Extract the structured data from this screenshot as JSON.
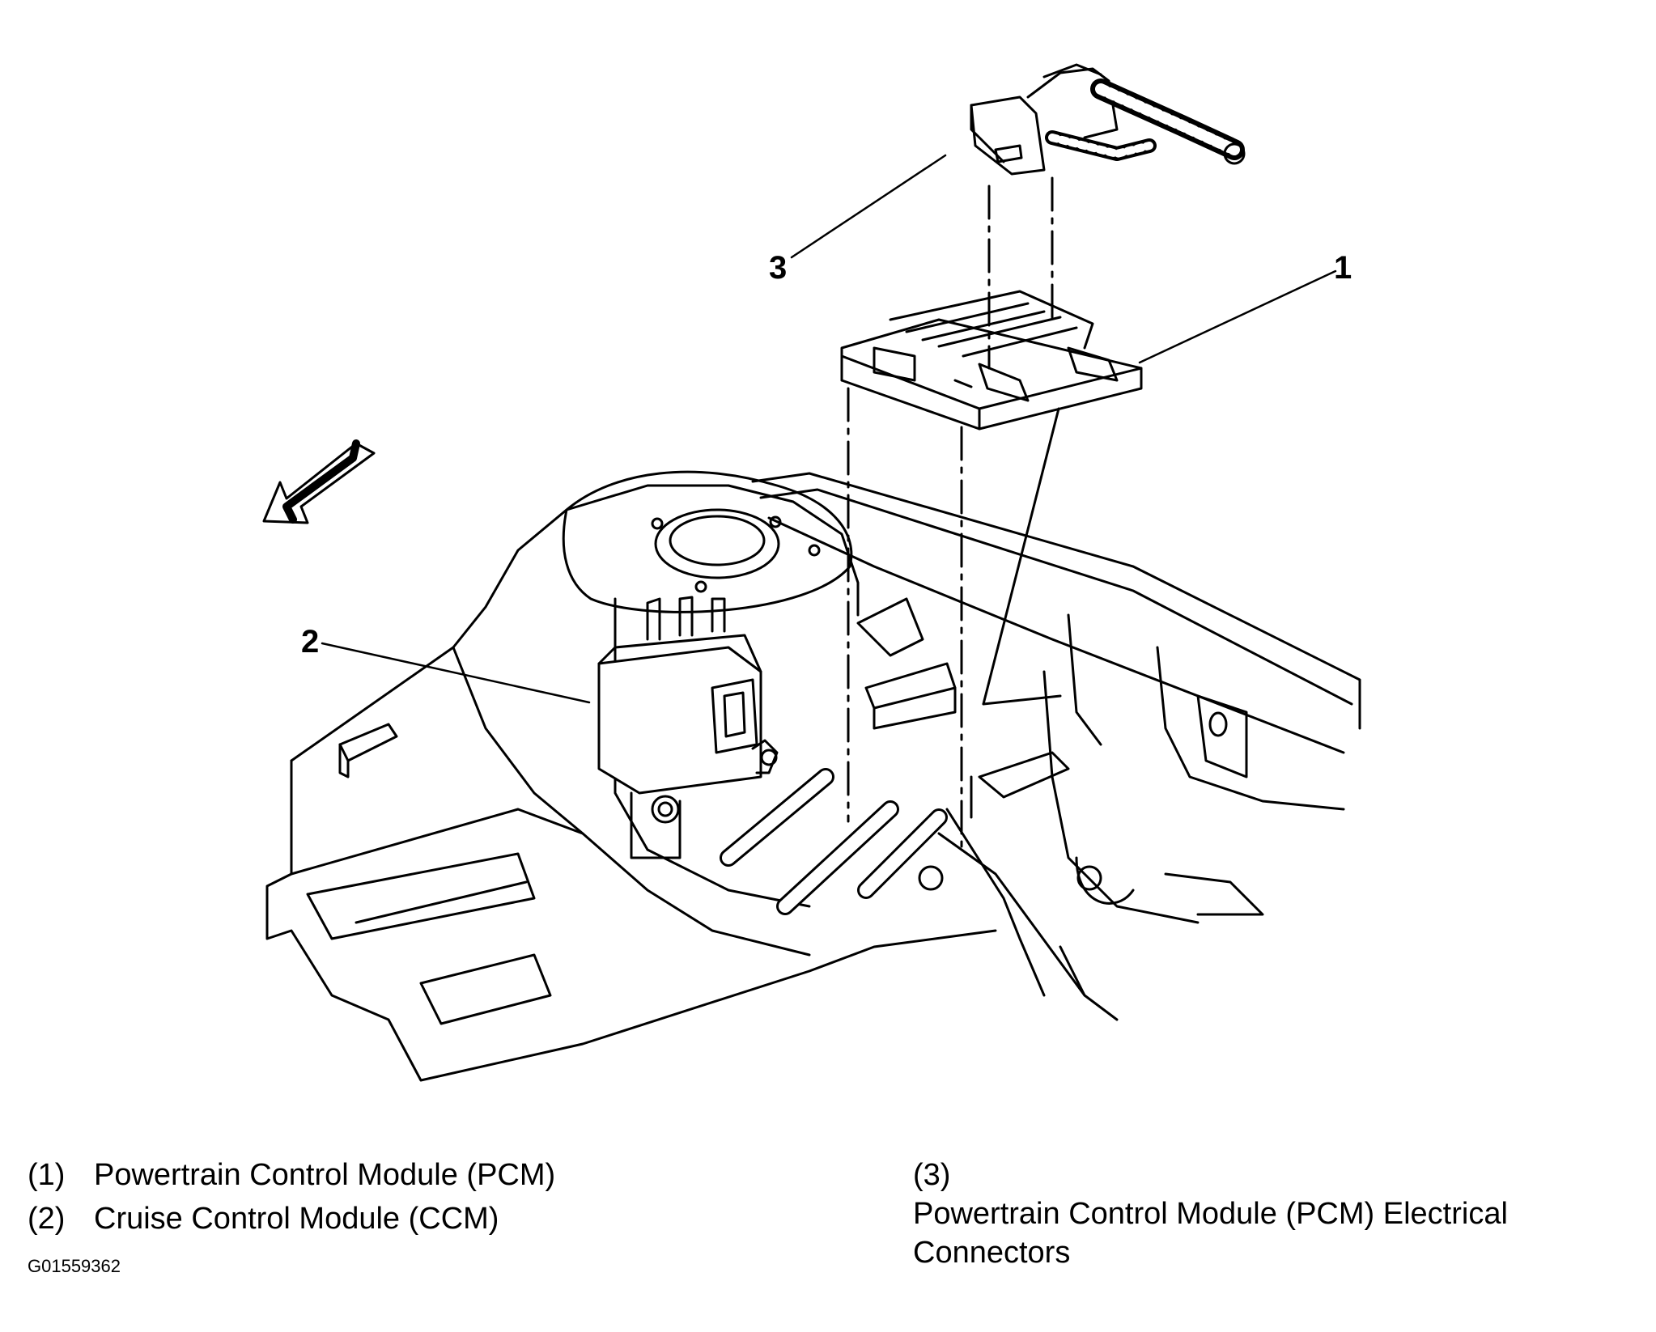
{
  "callouts": {
    "c1": "1",
    "c2": "2",
    "c3": "3"
  },
  "legend": [
    {
      "num": "(1)",
      "text": "Powertrain Control Module (PCM)"
    },
    {
      "num": "(2)",
      "text": "Cruise Control Module (CCM)"
    },
    {
      "num": "(3)",
      "text": "Powertrain Control Module (PCM) Electrical Connectors"
    }
  ],
  "figure_id": "G01559362",
  "colors": {
    "line": "#000000",
    "background": "#ffffff"
  }
}
